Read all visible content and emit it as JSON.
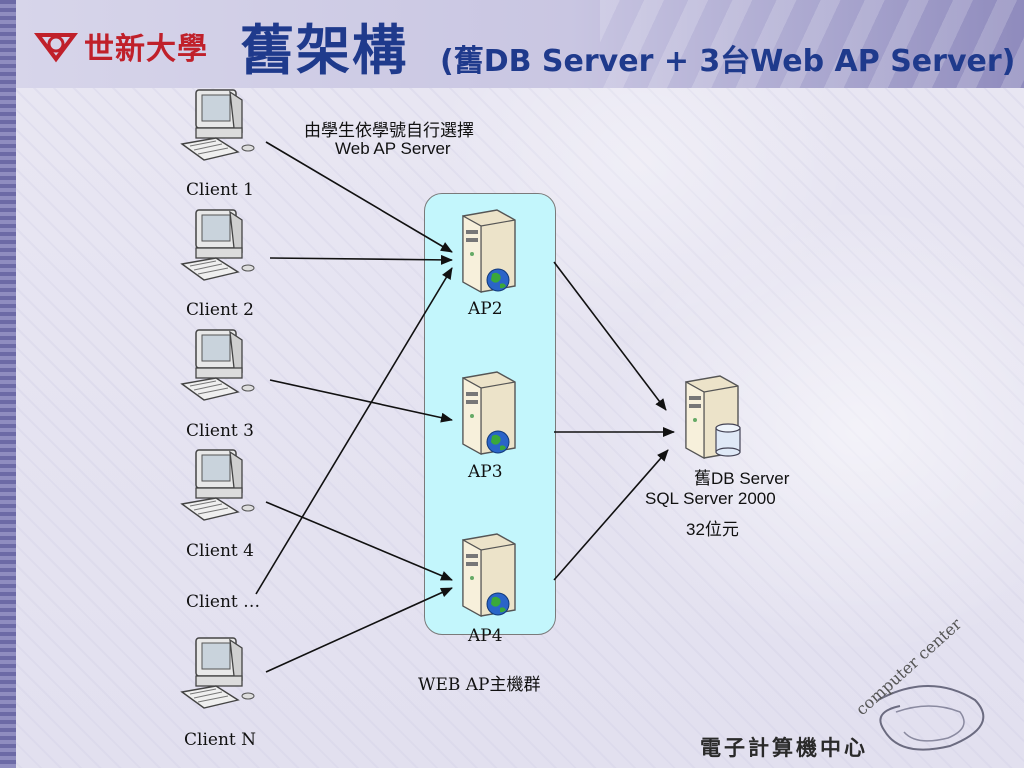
{
  "header": {
    "logo_text": "世新大學",
    "title": "舊架構",
    "subtitle": "(舊DB Server + 3台Web AP Server)"
  },
  "clients": [
    {
      "label": "Client 1"
    },
    {
      "label": "Client 2"
    },
    {
      "label": "Client 3"
    },
    {
      "label": "Client 4"
    },
    {
      "label": "Client …"
    },
    {
      "label": "Client N"
    }
  ],
  "note": {
    "line1": "由學生依學號自行選擇",
    "line2": "Web AP Server"
  },
  "ap_servers": [
    {
      "label": "AP2"
    },
    {
      "label": "AP3"
    },
    {
      "label": "AP4"
    }
  ],
  "cluster": {
    "label": "WEB AP主機群"
  },
  "db_server": {
    "line1": "舊DB Server",
    "line2": "SQL Server 2000",
    "line3": "32位元"
  },
  "footer": {
    "org": "電子計算機中心",
    "logo_text": "computer center"
  }
}
